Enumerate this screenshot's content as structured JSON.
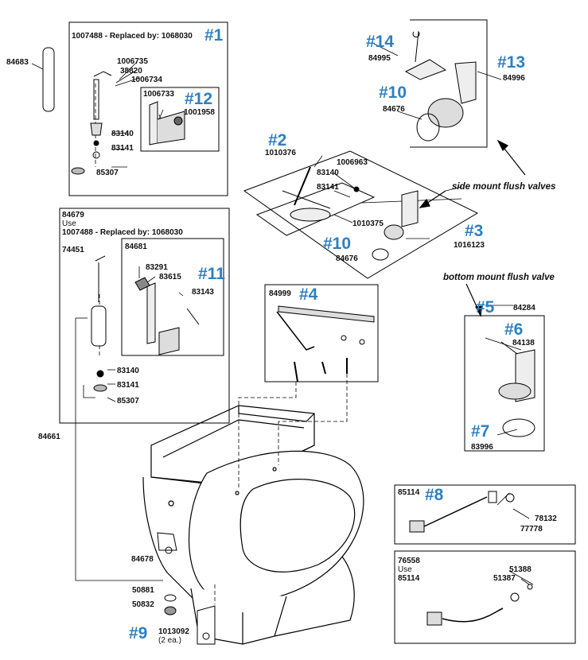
{
  "callouts": {
    "c1": "#1",
    "c2": "#2",
    "c3": "#3",
    "c4": "#4",
    "c5": "#5",
    "c6": "#6",
    "c7": "#7",
    "c8": "#8",
    "c9": "#9",
    "c10a": "#10",
    "c10b": "#10",
    "c11": "#11",
    "c12": "#12",
    "c13": "#13",
    "c14": "#14"
  },
  "notes": {
    "side_mount": "side mount flush valves",
    "bottom_mount": "bottom mount flush valve"
  },
  "box1": {
    "header": "1007488 - Replaced by: 1068030",
    "parts": [
      "1006735",
      "38820",
      "1006734",
      "1006733",
      "1001958",
      "83140",
      "83141",
      "85307"
    ]
  },
  "box2": {
    "header_line1": "84679",
    "header_line2": "Use",
    "header_line3": "1007488 - Replaced by: 1068030",
    "parts": [
      "74451",
      "84681",
      "83291",
      "83615",
      "83143",
      "83140",
      "83141",
      "85307"
    ]
  },
  "group2": {
    "parts": [
      "1010376",
      "1006963",
      "83140",
      "83141",
      "1010375",
      "84676",
      "1016123"
    ]
  },
  "group4": {
    "parts": [
      "84999"
    ]
  },
  "group5": {
    "parts": [
      "84284",
      "84138",
      "83996"
    ]
  },
  "group8": {
    "parts": [
      "85114",
      "78132",
      "77778"
    ]
  },
  "group_replace": {
    "line1": "76558",
    "line2": "Use",
    "line3": "85114",
    "parts": [
      "51388",
      "51387"
    ]
  },
  "group13": {
    "parts": [
      "84995",
      "84996",
      "84676"
    ]
  },
  "loose": {
    "p84683": "84683",
    "p84661": "84661",
    "p84678": "84678",
    "p50881": "50881",
    "p50832": "50832",
    "p1013092": "1013092",
    "p2ea": "(2 ea.)"
  }
}
